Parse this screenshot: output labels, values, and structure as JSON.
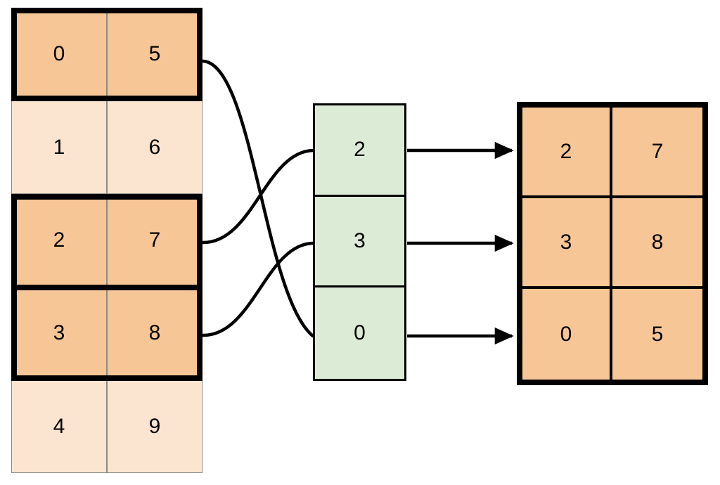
{
  "diagram": {
    "type": "index-select-gather",
    "colors": {
      "highlight_orange": "#f7c696",
      "light_orange": "#fbe5d0",
      "green": "#dcebd5",
      "stroke": "#000000"
    },
    "source_table": {
      "name": "source-table",
      "columns": 2,
      "rows": [
        {
          "index": 0,
          "cells": [
            "0",
            "5"
          ],
          "highlighted": true
        },
        {
          "index": 1,
          "cells": [
            "1",
            "6"
          ],
          "highlighted": false
        },
        {
          "index": 2,
          "cells": [
            "2",
            "7"
          ],
          "highlighted": true
        },
        {
          "index": 3,
          "cells": [
            "3",
            "8"
          ],
          "highlighted": true
        },
        {
          "index": 4,
          "cells": [
            "4",
            "9"
          ],
          "highlighted": false
        }
      ]
    },
    "index_column": {
      "name": "index-column",
      "values": [
        "2",
        "3",
        "0"
      ]
    },
    "result_table": {
      "name": "result-table",
      "columns": 2,
      "rows": [
        {
          "cells": [
            "2",
            "7"
          ]
        },
        {
          "cells": [
            "3",
            "8"
          ]
        },
        {
          "cells": [
            "0",
            "5"
          ]
        }
      ]
    },
    "connections": [
      {
        "name": "curve-source-row0-to-index-2",
        "from_row": 0,
        "to_index_slot": 2
      },
      {
        "name": "curve-source-row2-to-index-0",
        "from_row": 2,
        "to_index_slot": 0
      },
      {
        "name": "curve-source-row3-to-index-1",
        "from_row": 3,
        "to_index_slot": 1
      }
    ],
    "arrows": [
      {
        "name": "arrow-index-0-to-result-row0",
        "from_index_slot": 0,
        "to_result_row": 0
      },
      {
        "name": "arrow-index-1-to-result-row1",
        "from_index_slot": 1,
        "to_result_row": 1
      },
      {
        "name": "arrow-index-2-to-result-row2",
        "from_index_slot": 2,
        "to_result_row": 2
      }
    ]
  }
}
